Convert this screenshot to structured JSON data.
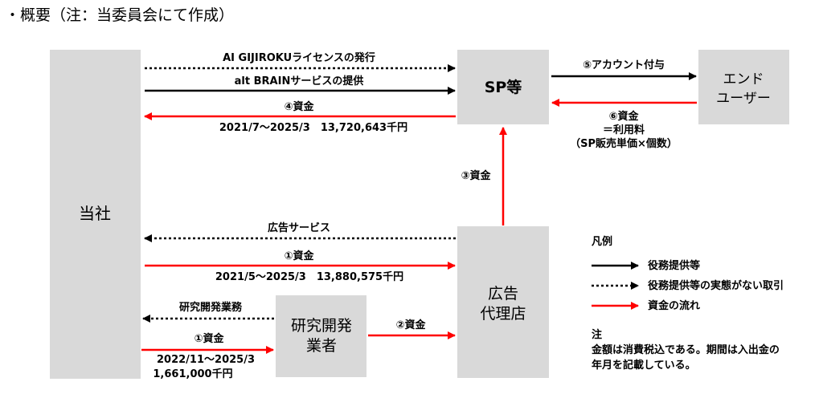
{
  "heading": "・概要（注：当委員会にて作成）",
  "nodes": {
    "company": "当社",
    "sp": "SP等",
    "end_user_line1": "エンド",
    "end_user_line2": "ユーザー",
    "agency_line1": "広告",
    "agency_line2": "代理店",
    "rd_line1": "研究開発",
    "rd_line2": "業者"
  },
  "flows": {
    "license": "AI GIJIROKUライセンスの発行",
    "brain_service": "alt BRAINサービスの提供",
    "funds4": "④資金",
    "funds4_detail": "2021/7～2025/3　13,720,643千円",
    "account": "⑤アカウント付与",
    "funds6_line1": "⑥資金",
    "funds6_line2": "＝利用料",
    "funds6_line3": "（SP販売単価×個数）",
    "funds3": "③資金",
    "ad_service": "広告サービス",
    "funds1_agency": "①資金",
    "funds1_agency_detail": "2021/5～2025/3　13,880,575千円",
    "rd_service": "研究開発業務",
    "funds1_rd": "①資金",
    "funds1_rd_period": "2022/11～2025/3",
    "funds1_rd_amount": "1,661,000千円",
    "funds2": "②資金"
  },
  "legend": {
    "title": "凡例",
    "items": [
      {
        "label": "役務提供等",
        "style": "solid-black"
      },
      {
        "label": "役務提供等の実態がない取引",
        "style": "dotted-black"
      },
      {
        "label": "資金の流れ",
        "style": "solid-red"
      }
    ]
  },
  "note": {
    "title": "注",
    "line1": "金額は消費税込である。期間は入出金の",
    "line2": "年月を記載している。"
  },
  "colors": {
    "box_fill": "#d9d9d9",
    "service_arrow": "#000000",
    "funds_arrow": "#ff0000"
  }
}
